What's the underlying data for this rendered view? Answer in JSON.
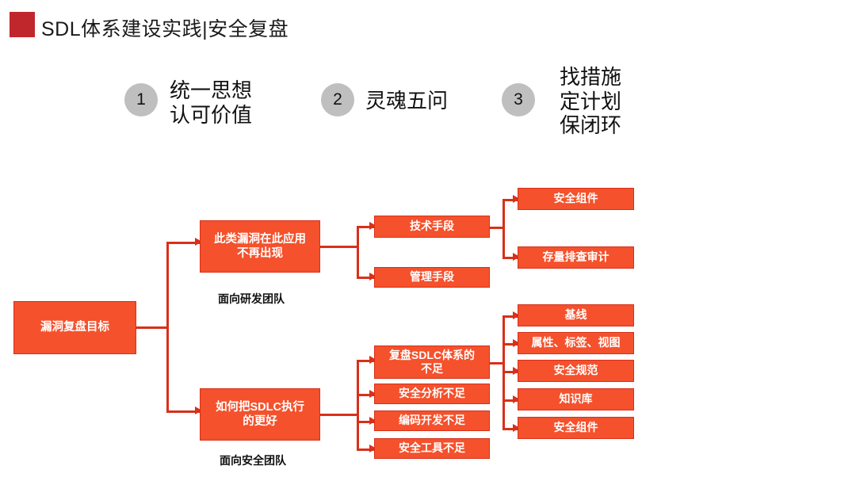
{
  "header": {
    "accent_color": "#c0272d",
    "title": "SDL体系建设实践|安全复盘"
  },
  "steps": [
    {
      "number": "1",
      "text": "统一思想\n认可价值"
    },
    {
      "number": "2",
      "text": "灵魂五问"
    },
    {
      "number": "3",
      "text": "找措施\n定计划\n保闭环"
    }
  ],
  "diagram": {
    "node_fill": "#f4512c",
    "node_border": "#d8301a",
    "connector_color": "#d8301a",
    "root": {
      "label": "漏洞复盘目标"
    },
    "branch_dev": {
      "node": {
        "label": "此类漏洞在此应用\n不再出现"
      },
      "caption": "面向研发团队",
      "children": [
        {
          "label": "技术手段",
          "children": [
            {
              "label": "安全组件"
            },
            {
              "label": "存量排查审计"
            }
          ]
        },
        {
          "label": "管理手段",
          "children": []
        }
      ]
    },
    "branch_sec": {
      "node": {
        "label": "如何把SDLC执行\n的更好"
      },
      "caption": "面向安全团队",
      "children": [
        {
          "label": "复盘SDLC体系的\n不足",
          "children": [
            {
              "label": "基线"
            },
            {
              "label": "属性、标签、视图"
            },
            {
              "label": "安全规范"
            },
            {
              "label": "知识库"
            },
            {
              "label": "安全组件"
            }
          ]
        },
        {
          "label": "安全分析不足",
          "children": []
        },
        {
          "label": "编码开发不足",
          "children": []
        },
        {
          "label": "安全工具不足",
          "children": []
        }
      ]
    }
  }
}
